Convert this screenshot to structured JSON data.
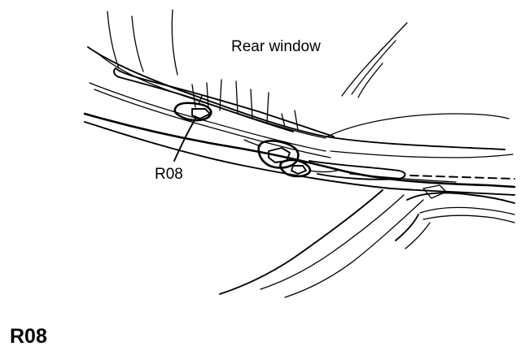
{
  "diagram": {
    "labels": {
      "rear_window": "Rear window",
      "callout": "R08"
    }
  },
  "page_label": "R08",
  "colors": {
    "ink": "#000000",
    "background": "#ffffff"
  }
}
